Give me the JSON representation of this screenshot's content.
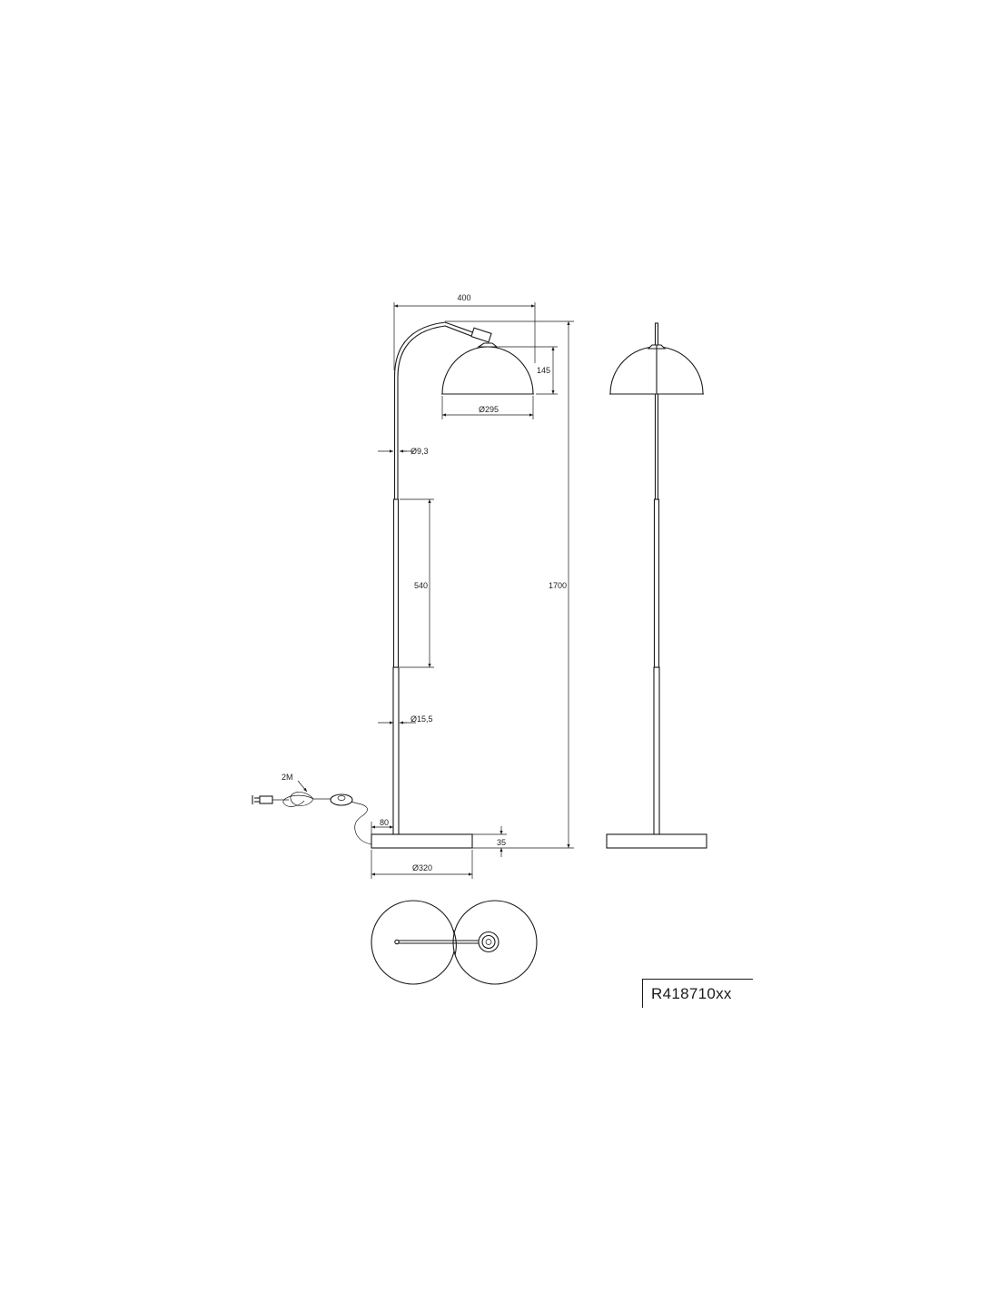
{
  "drawing": {
    "dimensions": {
      "arc_width": "400",
      "shade_height": "145",
      "shade_diameter": "Ø295",
      "upper_tube_diameter": "Ø9,3",
      "tube_length": "540",
      "overall_height": "1700",
      "lower_tube_diameter": "Ø15,5",
      "cable_length": "2M",
      "pole_offset": "80",
      "base_height": "35",
      "base_diameter": "Ø320"
    },
    "model_number": "R418710xx"
  }
}
